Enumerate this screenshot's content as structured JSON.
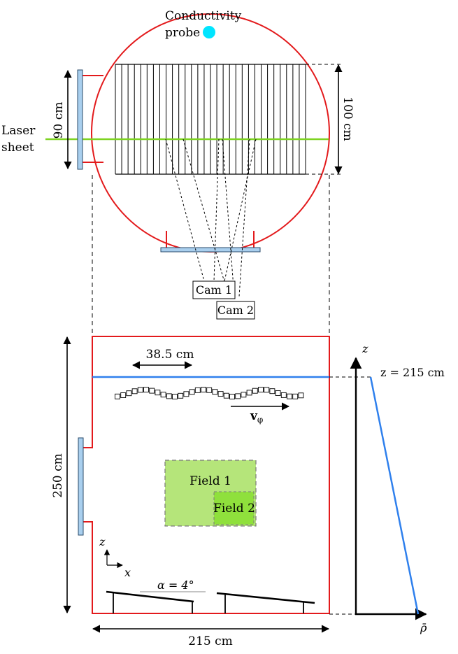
{
  "top_view": {
    "probe_label_line1": "Conductivity",
    "probe_label_line2": "probe",
    "laser_label_line1": "Laser",
    "laser_label_line2": "sheet",
    "dim_left": "90 cm",
    "dim_right": "100 cm",
    "cam1": "Cam 1",
    "cam2": "Cam 2"
  },
  "side_view": {
    "width_label": "38.5 cm",
    "velocity_label": "v",
    "velocity_subscript": "φ",
    "height_label": "250 cm",
    "field1": "Field 1",
    "field2": "Field 2",
    "axis_z": "z",
    "axis_x": "x",
    "angle_label": "α = 4°",
    "bottom_label": "215 cm"
  },
  "profile": {
    "axis_z": "z",
    "axis_rho": "ρ̄",
    "level_label": "z = 215 cm"
  },
  "colors": {
    "tank": "#e31a1c",
    "laser": "#7ed321",
    "probe": "#00e5ff",
    "window": "#a9cfee",
    "water_line": "#2f80ed",
    "field1": "#b5e57a",
    "field2": "#8fe03c"
  }
}
